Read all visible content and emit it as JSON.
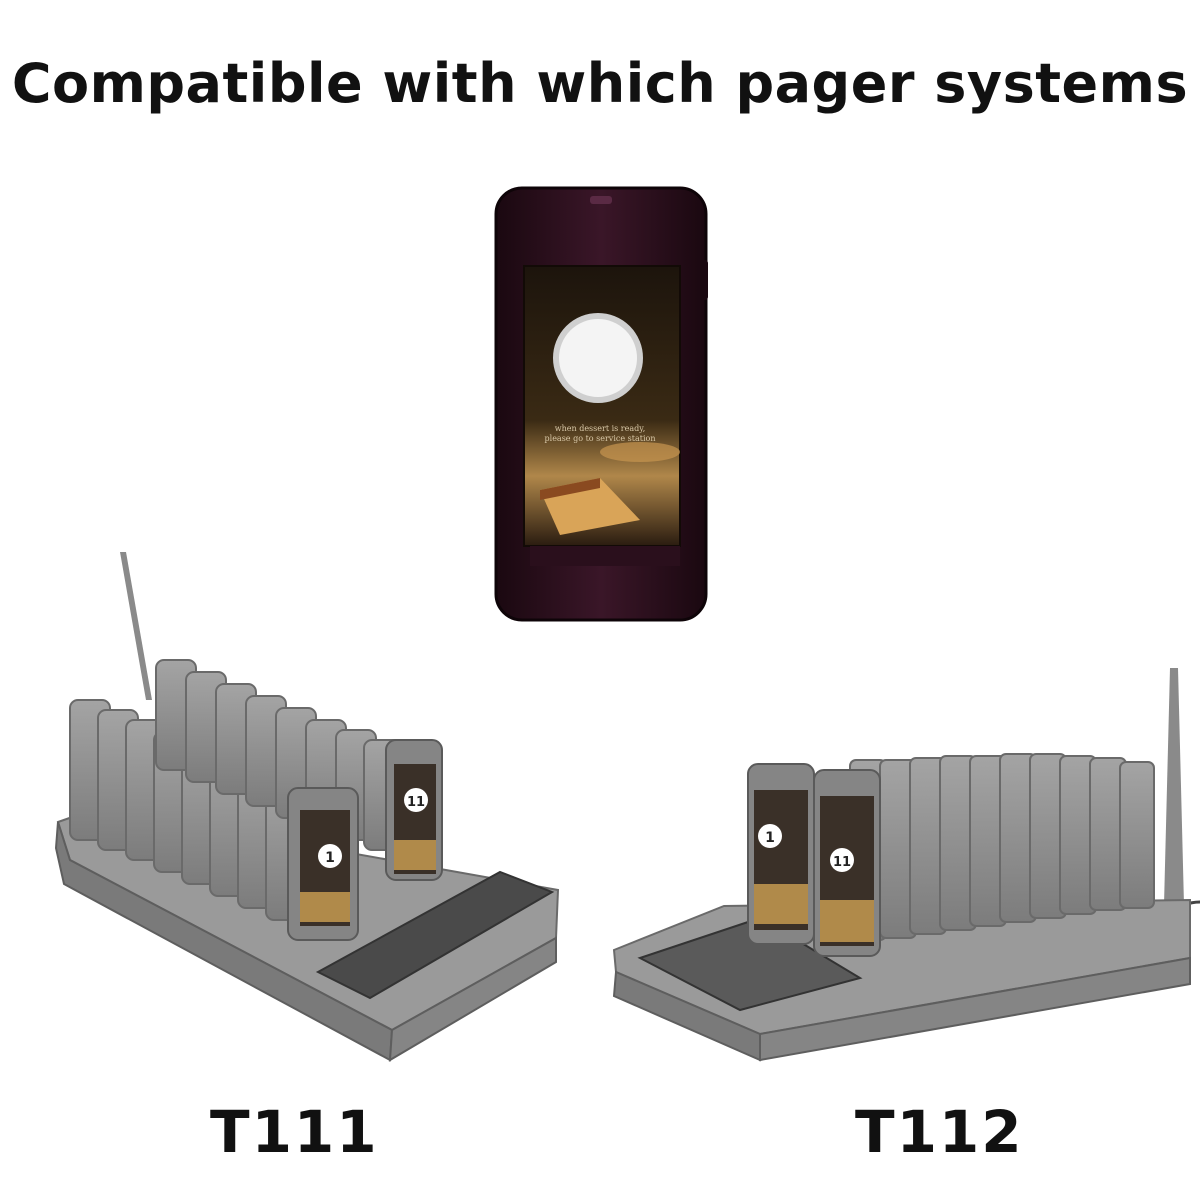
{
  "headline": "Compatible with which pager systems",
  "models": {
    "left_label": "T111",
    "right_label": "T112"
  },
  "pager_screen": {
    "caption_line1": "when dessert is ready,",
    "caption_line2": "please go to service station"
  },
  "pager_numbers": {
    "left_front": "1",
    "left_back": "11",
    "right_front": "1",
    "right_back": "11"
  },
  "colors": {
    "pager_body": "#2a0f1c",
    "charger_gray": "#8e8e8e",
    "headline_text": "#111111"
  }
}
